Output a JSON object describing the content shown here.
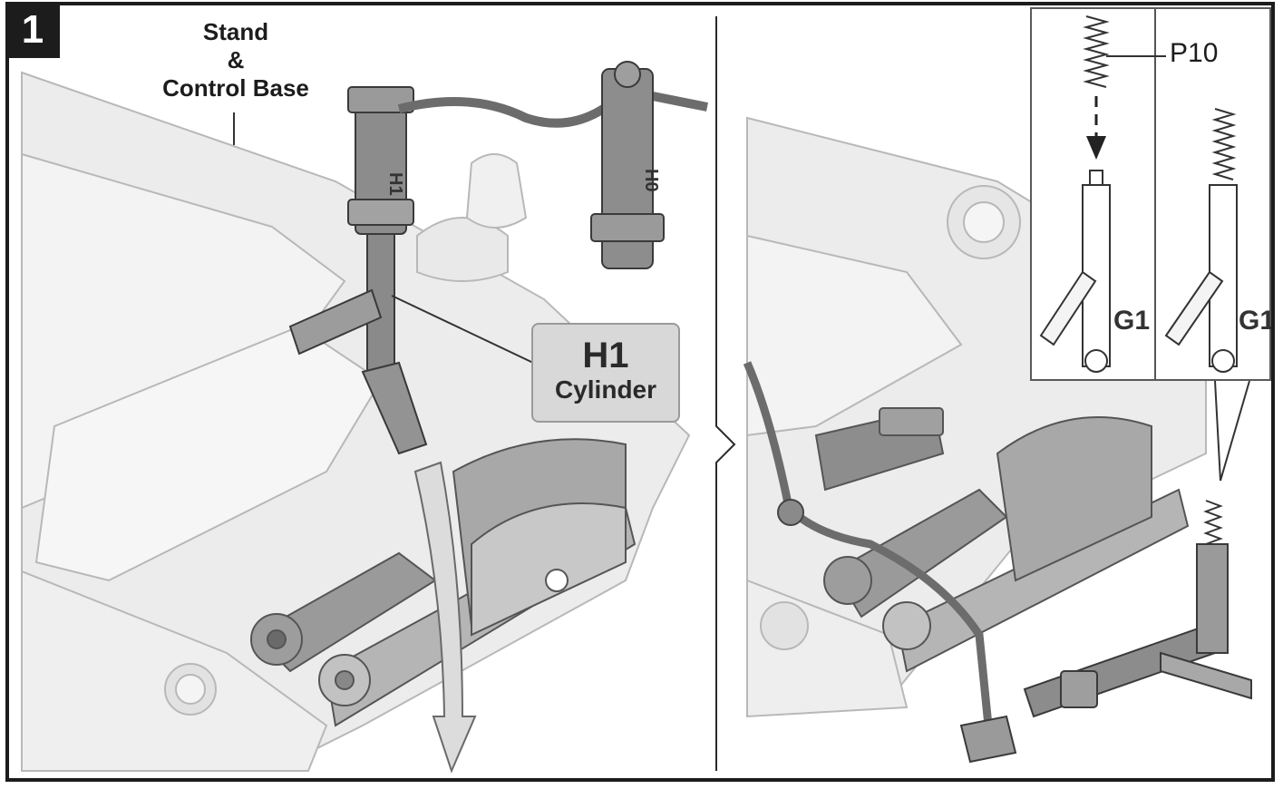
{
  "step": {
    "number": "1"
  },
  "labels": {
    "stand_control_base": [
      "Stand",
      "&",
      "Control Base"
    ],
    "callout_part": "H1",
    "callout_name": "Cylinder",
    "spring_part": "P10",
    "cylinder_mark": "H1",
    "cylinder_mark_2": "H0",
    "guide_mark": "G1"
  },
  "colors": {
    "frame": "#1c1c1c",
    "part_dark": "#8a8a8a",
    "part_light": "#e6e6e6",
    "callout_bg": "#d8d8d8",
    "arrow": "#dcdcdc"
  }
}
